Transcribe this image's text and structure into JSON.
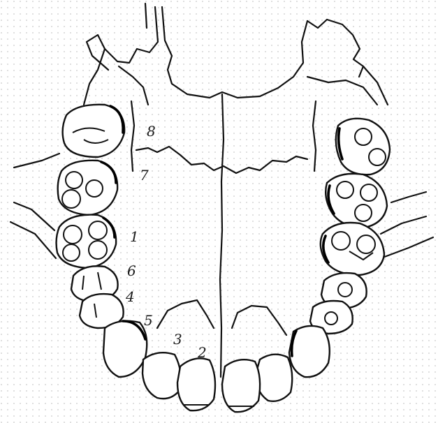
{
  "figure": {
    "labels": {
      "l1": "1",
      "l2": "2",
      "l3": "3",
      "l4": "4",
      "l5": "5",
      "l6": "6",
      "l7": "7",
      "l8": "8"
    },
    "colors": {
      "ink": "#111111",
      "paper": "#ffffff",
      "dots": "#c8c8c8"
    }
  }
}
